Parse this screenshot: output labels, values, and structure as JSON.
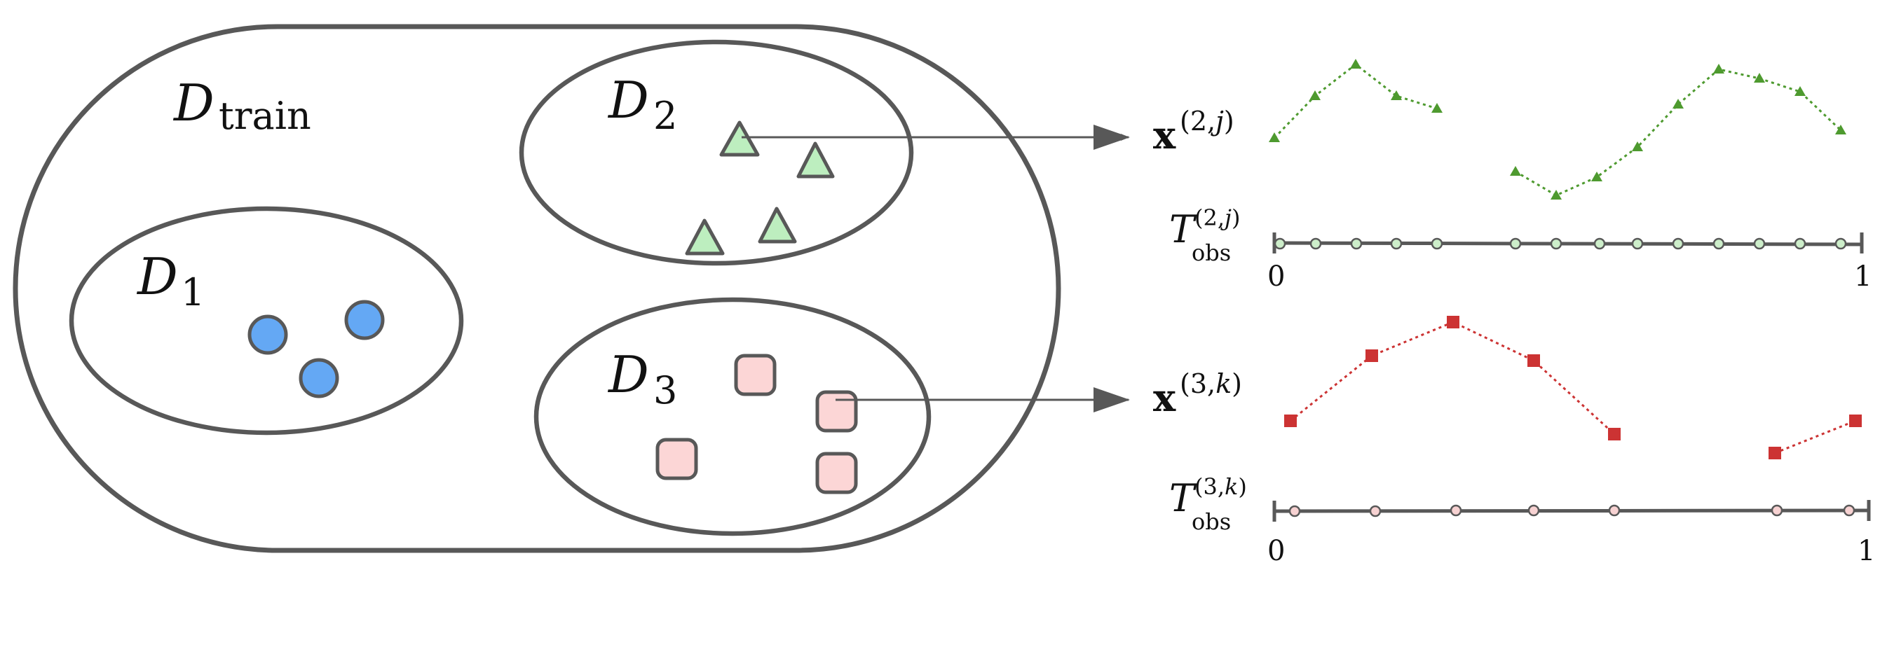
{
  "labels": {
    "train_sym": "D",
    "train_sub": "train",
    "d1_sym": "D",
    "d1_sub": "1",
    "d2_sym": "D",
    "d2_sub": "2",
    "d3_sym": "D",
    "d3_sub": "3"
  },
  "series_top": {
    "x_sym": "x",
    "x_sup": "(2,",
    "x_sup_it": "j",
    "x_sup_end": ")",
    "t_sym": "T",
    "t_sub": "obs",
    "t_sup": "(2,",
    "t_sup_it": "j",
    "t_sup_end": ")",
    "axis_start": "0",
    "axis_end": "1",
    "color": "#4e9a2f",
    "marker": "triangle",
    "dot_fill": "#cdeeca",
    "observed_times": [
      0.0,
      0.07,
      0.14,
      0.21,
      0.28,
      0.42,
      0.49,
      0.57,
      0.64,
      0.71,
      0.78,
      0.85,
      0.92,
      1.0
    ]
  },
  "series_bottom": {
    "x_sym": "x",
    "x_sup": "(3,",
    "x_sup_it": "k",
    "x_sup_end": ")",
    "t_sym": "T",
    "t_sub": "obs",
    "t_sup": "(3,",
    "t_sup_it": "k",
    "t_sup_end": ")",
    "axis_start": "0",
    "axis_end": "1",
    "color": "#cc3333",
    "marker": "square",
    "dot_fill": "#f7d2d2",
    "observed_times": [
      0.04,
      0.17,
      0.31,
      0.44,
      0.58,
      0.86,
      0.98
    ]
  },
  "colors": {
    "outline": "#585858",
    "circle_fill": "#64a8f4",
    "triangle_fill": "#bdeebf",
    "square_fill": "#fcd6d6"
  }
}
